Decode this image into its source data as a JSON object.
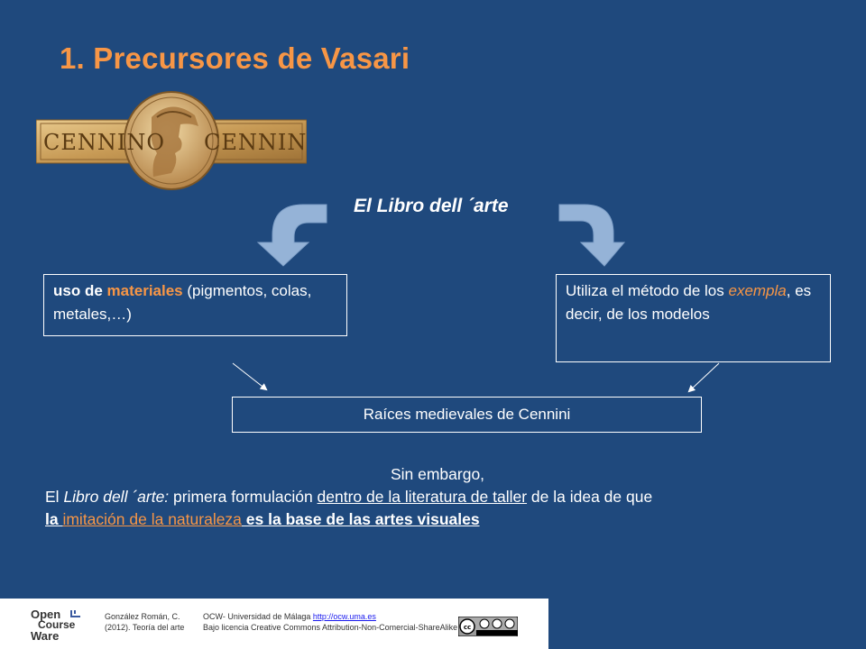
{
  "slide": {
    "title": "1. Precursores de Vasari",
    "logo": {
      "text_left": "CENNINO",
      "text_right": "CENNINI"
    },
    "subtitle": "El Libro dell ´arte",
    "box_left": {
      "part1": "uso de ",
      "highlight": "materiales",
      "part2": " (pigmentos, colas, metales,…)"
    },
    "box_right": {
      "part1": "Utiliza el método de los ",
      "highlight": "exempla",
      "part2": ", es decir, de los modelos"
    },
    "box_bottom": "Raíces medievales de Cennini",
    "paragraph": {
      "line1": "Sin embargo,",
      "s1": "El ",
      "s2": "Libro dell ´arte:",
      "s3": " primera formulación ",
      "s4": "dentro de la literatura de taller",
      "s5": " de la idea de que ",
      "s6": "la ",
      "s7": "imitación de la naturaleza",
      "s8": " es la base de las artes visuales"
    },
    "colors": {
      "background": "#1F497D",
      "accent": "#F79646",
      "arrow_fill": "#95B3D7"
    }
  },
  "footer": {
    "ocw": {
      "open": "Open",
      "course": "Course",
      "ware": "Ware"
    },
    "credit_line1": "González Román, C.",
    "credit_line2": "(2012). Teoría del arte",
    "license_prefix": "OCW- Universidad de Málaga ",
    "license_link": "http://ocw.uma.es",
    "license_line2": "Bajo licencia Creative Commons Attribution-Non-Comercial-ShareAlike",
    "cc_badge_icon": "cc-by-nc-sa-icon"
  }
}
